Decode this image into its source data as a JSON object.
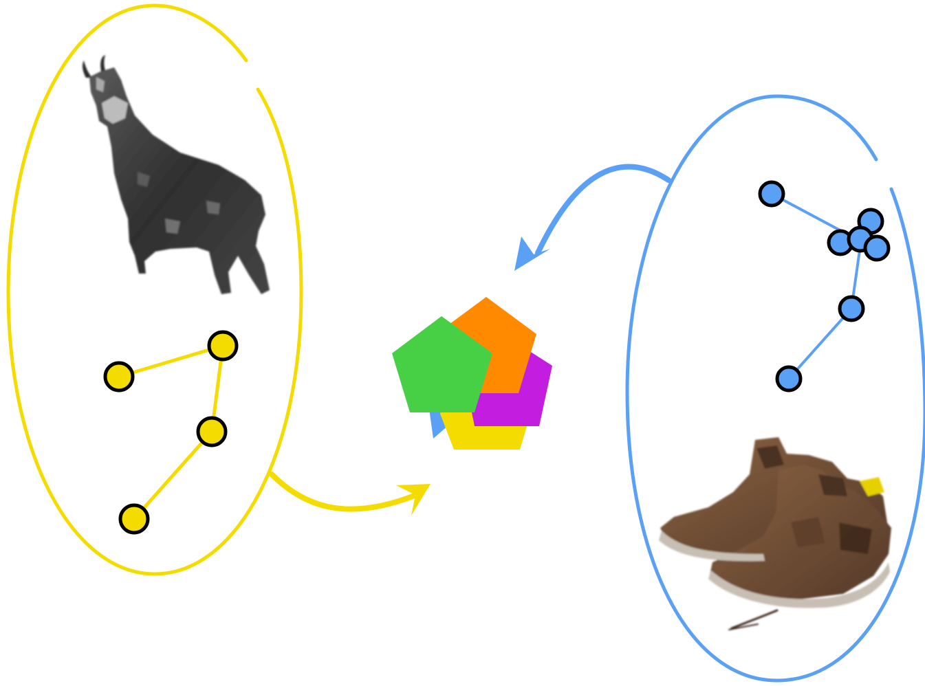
{
  "colors": {
    "background": "#ffffff",
    "yellow": "#f5dc00",
    "blue": "#5aa0f5",
    "node_outline": "#000000",
    "pentagon_green": "#47cf45",
    "pentagon_orange": "#ff8a00",
    "pentagon_purple": "#c31ee0",
    "pentagon_yellow": "#f5dc00",
    "pentagon_blue": "#5aa0f5",
    "goat_body": "#3a3a3a",
    "goat_highlight": "#9a9a9a",
    "boot_body": "#7a5436",
    "boot_dark": "#4a3022",
    "boot_sole": "#c8bfb4",
    "boot_accent": "#e7d000"
  },
  "icons": {
    "left_group_image": "chamois-icon",
    "right_group_image": "hiking-boots-icon",
    "center_symbol": "overlapping-pentagons-icon",
    "left_arrow": "yellow-curved-arrow-icon",
    "right_arrow": "blue-curved-arrow-icon"
  },
  "left_group": {
    "node_count": 4,
    "edge_count": 3
  },
  "right_group": {
    "node_count": 7,
    "edge_count": 6
  }
}
